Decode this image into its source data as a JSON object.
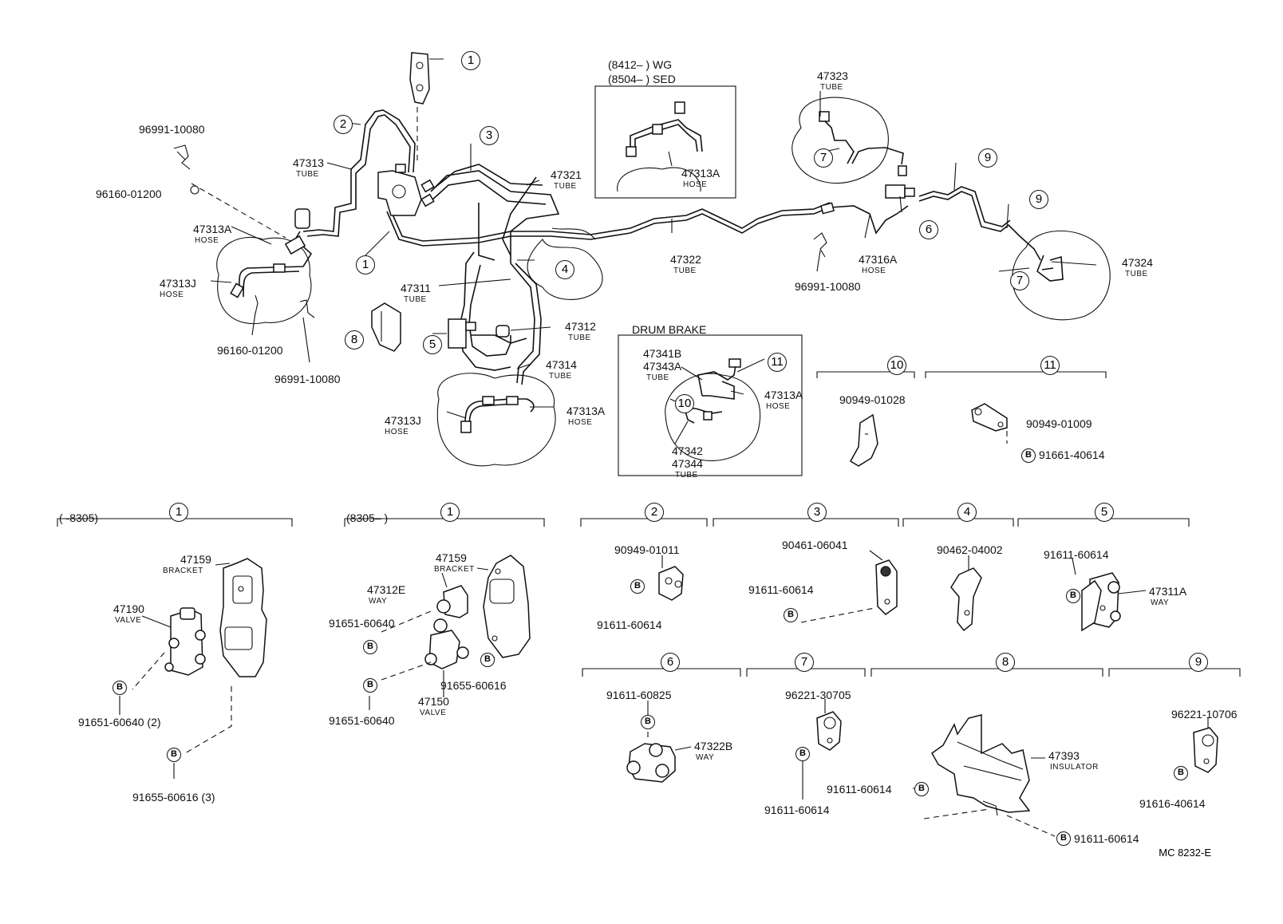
{
  "diagram_code": "MC 8232-E",
  "callouts": [
    "1",
    "2",
    "3",
    "4",
    "5",
    "6",
    "7",
    "8",
    "9",
    "10",
    "11"
  ],
  "labels": {
    "p96991_10080_top": "96991-10080",
    "p96160_01200_top": "96160-01200",
    "p47313": "47313",
    "p47313_sub": "TUBE",
    "p47313A_left": "47313A",
    "p47313A_left_sub": "HOSE",
    "p47313J_left": "47313J",
    "p47313J_left_sub": "HOSE",
    "p96160_01200_bot": "96160-01200",
    "p96991_10080_bot": "96991-10080",
    "p47321": "47321",
    "p47321_sub": "TUBE",
    "p47311": "47311",
    "p47311_sub": "TUBE",
    "p47312": "47312",
    "p47312_sub": "TUBE",
    "p47314": "47314",
    "p47314_sub": "TUBE",
    "p47313J_front": "47313J",
    "p47313J_front_sub": "HOSE",
    "p47313A_front": "47313A",
    "p47313A_front_sub": "HOSE",
    "inset_date1": "(8412–        ) WG",
    "inset_date2": "(8504–        ) SED",
    "p47313A_inset": "47313A",
    "p47313A_inset_sub": "HOSE",
    "p47322": "47322",
    "p47322_sub": "TUBE",
    "p47323": "47323",
    "p47323_sub": "TUBE",
    "p47316A": "47316A",
    "p47316A_sub": "HOSE",
    "p96991_10080_right": "96991-10080",
    "p47324": "47324",
    "p47324_sub": "TUBE",
    "drum_title": "DRUM BRAKE",
    "p47341B": "47341B",
    "p47343A": "47343A",
    "drum_tube_sub": "TUBE",
    "p47313A_drum": "47313A",
    "p47313A_drum_sub": "HOSE",
    "p47342": "47342",
    "p47344": "47344",
    "p47344_sub": "TUBE",
    "g10_part": "90949-01028",
    "g11_part": "90949-01009",
    "g11_bolt": "91661-40614",
    "g1a_date": "(      -8305)",
    "g1a_47159": "47159",
    "g1a_47159_sub": "BRACKET",
    "g1a_47190": "47190",
    "g1a_47190_sub": "VALVE",
    "g1a_bolt1": "91651-60640 (2)",
    "g1a_bolt2": "91655-60616 (3)",
    "g1b_date": "(8305–        )",
    "g1b_47159": "47159",
    "g1b_47159_sub": "BRACKET",
    "g1b_47312E": "47312E",
    "g1b_47312E_sub": "WAY",
    "g1b_bolt1": "91651-60640",
    "g1b_47150": "47150",
    "g1b_47150_sub": "VALVE",
    "g1b_bolt2": "91655-60616",
    "g1b_bolt3": "91651-60640",
    "g2_part": "90949-01011",
    "g2_bolt": "91611-60614",
    "g3_part": "90461-06041",
    "g3_bolt": "91611-60614",
    "g4_part": "90462-04002",
    "g5_bolt": "91611-60614",
    "g5_part": "47311A",
    "g5_part_sub": "WAY",
    "g6_bolt": "91611-60825",
    "g6_part": "47322B",
    "g6_part_sub": "WAY",
    "g7_part": "96221-30705",
    "g7_bolt": "91611-60614",
    "g8_part": "47393",
    "g8_part_sub": "INSULATOR",
    "g8_bolt1": "91611-60614",
    "g8_bolt2": "91611-60614",
    "g9_part": "96221-10706",
    "g9_bolt": "91616-40614",
    "bolt_mark": "B"
  }
}
